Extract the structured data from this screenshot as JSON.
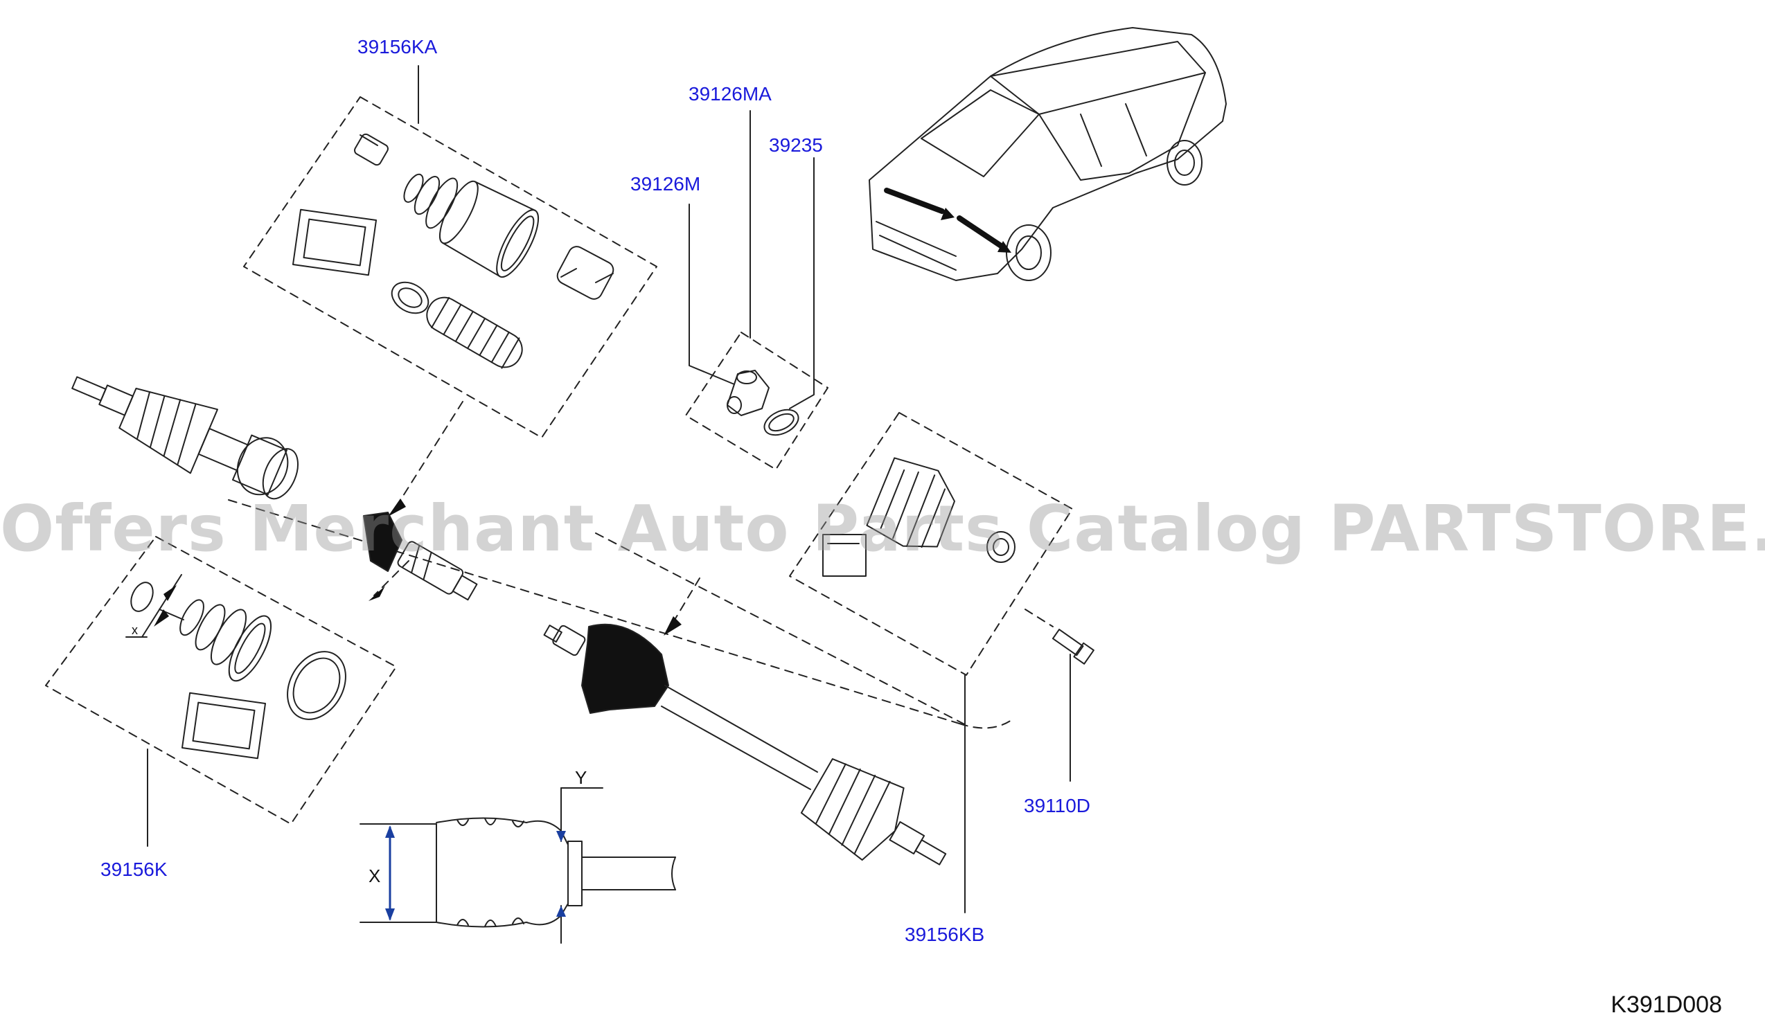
{
  "labels": {
    "p39156KA": "39156KA",
    "p39126MA": "39126MA",
    "p39235": "39235",
    "p39126M": "39126M",
    "p39110D": "39110D",
    "p39156K": "39156K",
    "p39156KB": "39156KB"
  },
  "dimensions": {
    "x_upper": "X",
    "y_upper": "Y",
    "x_small": "x"
  },
  "watermark": "Offers Merchant Auto Parts Catalog PARTSTORE.SA",
  "diagram_code": "K391D008",
  "colors": {
    "label": "#1a1adb",
    "line": "#222222",
    "arrow": "#1a3fa0"
  }
}
